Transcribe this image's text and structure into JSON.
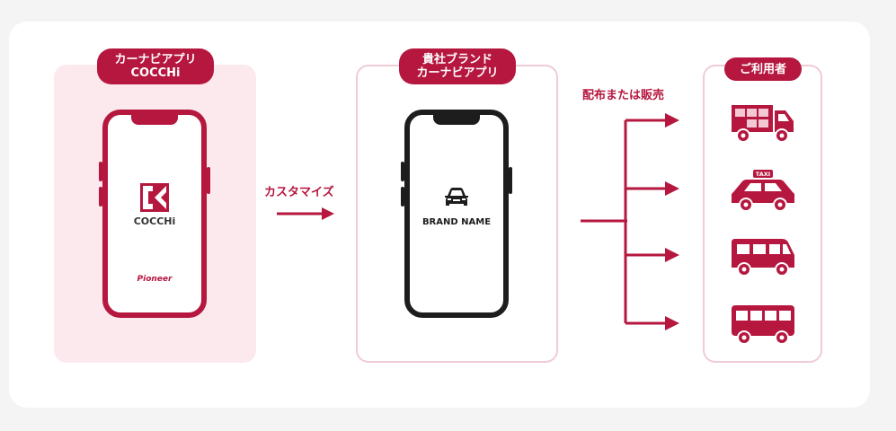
{
  "left_panel": {
    "label_line1": "カーナビアプリ",
    "label_line2": "COCCHi",
    "phone_title": "COCCHi",
    "phone_brand": "Pioneer",
    "logo_icon": "cocchi-logo-icon"
  },
  "arrow_customize": {
    "label": "カスタマイズ"
  },
  "middle_panel": {
    "label_line1": "貴社ブランド",
    "label_line2": "カーナビアプリ",
    "phone_title": "BRAND NAME",
    "car_icon": "car-front-icon"
  },
  "distribution": {
    "label": "配布または販売"
  },
  "right_panel": {
    "label": "ご利用者",
    "icons": [
      "delivery-truck-icon",
      "taxi-icon",
      "van-icon",
      "bus-icon"
    ],
    "taxi_sign": "TAXI"
  },
  "colors": {
    "accent": "#b5173f",
    "accent_light": "#fce9ee",
    "border_light": "#f0ccd6",
    "phone_dark": "#1d1d1d",
    "background": "#f4f4f4"
  }
}
